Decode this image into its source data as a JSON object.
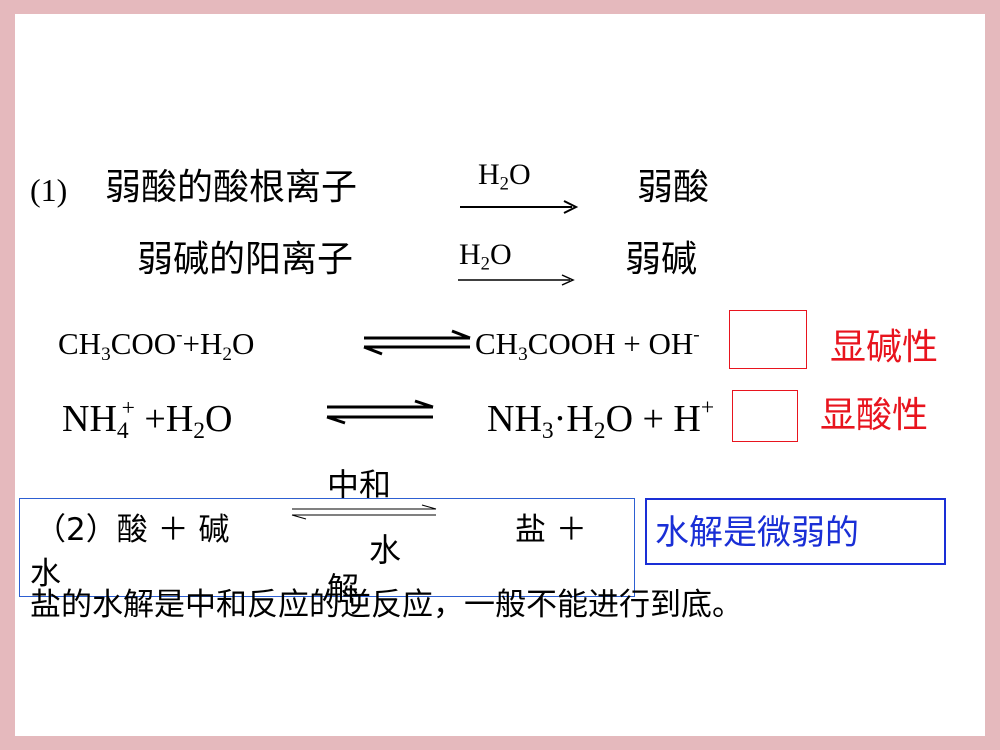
{
  "line1": {
    "number": "(1)",
    "left": "弱酸的酸根离子",
    "over": "H",
    "over_sub": "2",
    "over_end": "O",
    "right": "弱酸"
  },
  "line2": {
    "left": "弱碱的阳离子",
    "over": "H",
    "over_sub": "2",
    "over_end": "O",
    "right": "弱碱"
  },
  "eq1": {
    "l1": "CH",
    "l1s": "3",
    "l2": "COO",
    "l2p": "-",
    "l3": "+H",
    "l3s": "2",
    "l4": "O",
    "r1": "CH",
    "r1s": "3",
    "r2": "COOH + OH",
    "r2p": "-",
    "label": "显碱性"
  },
  "eq2": {
    "l1": "NH",
    "l1s": "4",
    "l1p": "+",
    "l2": " +H",
    "l2s": "2",
    "l3": "O",
    "r1": "NH",
    "r1s": "3",
    "r2": "·H",
    "r2s": "2",
    "r3": "O +   H",
    "r3p": "+",
    "label": "显酸性"
  },
  "neutral_word": "中和",
  "line3": {
    "left": "（2）酸 ＋ 碱",
    "right": "盐 ＋",
    "wrap": "水",
    "hydrolysis_word": "水",
    "hydrolysis_word2": "解"
  },
  "note_box": "水解是微弱的",
  "conclusion": "盐的水解是中和反应的逆反应，一般不能进行到底。",
  "colors": {
    "border": "#e5b9bd",
    "accent": "#e8141e",
    "box_blue": "#2d5fd2",
    "note_blue": "#1a2fd6"
  }
}
